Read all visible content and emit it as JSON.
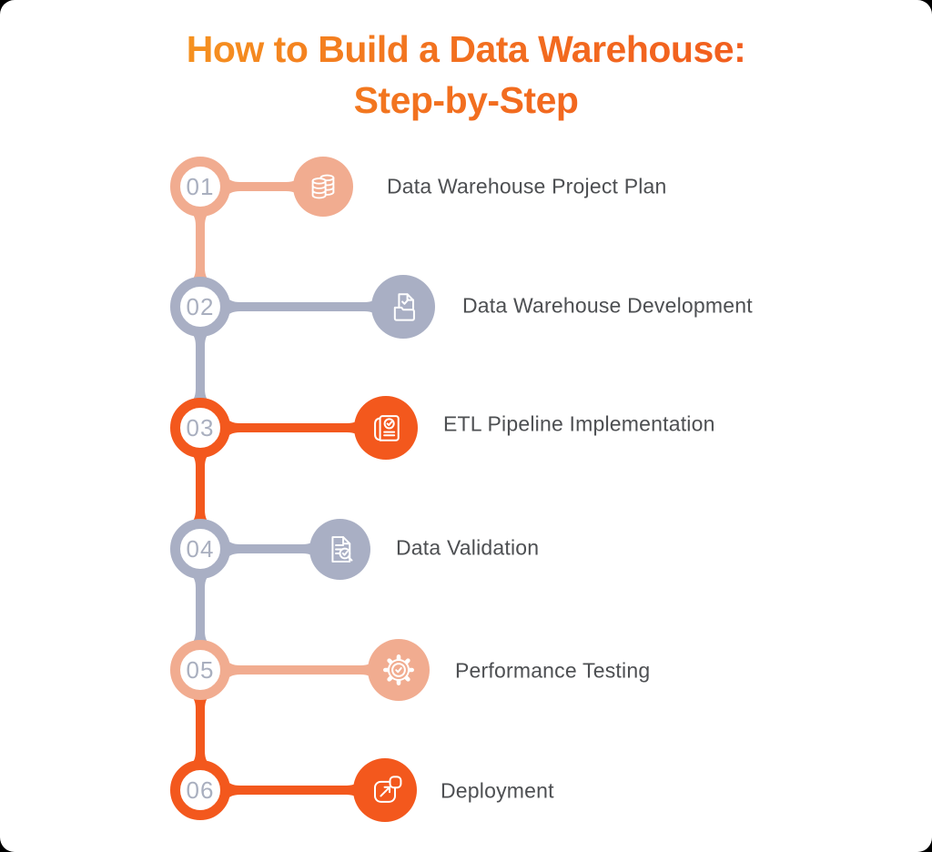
{
  "title": {
    "line1": "How to Build a Data Warehouse:",
    "line2": "Step-by-Step"
  },
  "palette": {
    "peach": "#F1AC90",
    "gray": "#A9AFC4",
    "orange": "#F3581D",
    "number_text": "#A9AFBF",
    "label_text": "#4D4F52",
    "title_gradient_start": "#F8AB20",
    "title_gradient_end": "#F1511E"
  },
  "steps": [
    {
      "number": "01",
      "label": "Data Warehouse Project Plan",
      "color": "#F1AC90",
      "icon": "database-stack-icon"
    },
    {
      "number": "02",
      "label": "Data Warehouse Development",
      "color": "#A9AFC4",
      "icon": "folder-document-check-icon"
    },
    {
      "number": "03",
      "label": "ETL Pipeline Implementation",
      "color": "#F3581D",
      "icon": "checklist-document-icon"
    },
    {
      "number": "04",
      "label": "Data Validation",
      "color": "#A9AFC4",
      "icon": "document-search-check-icon"
    },
    {
      "number": "05",
      "label": "Performance Testing",
      "color": "#F1AC90",
      "icon": "gear-check-icon"
    },
    {
      "number": "06",
      "label": "Deployment",
      "color": "#F3581D",
      "icon": "launch-arrow-icon"
    }
  ],
  "connectors": [
    "#F1AC90",
    "#A9AFC4",
    "#F3581D",
    "#A9AFC4",
    "#F3581D"
  ]
}
